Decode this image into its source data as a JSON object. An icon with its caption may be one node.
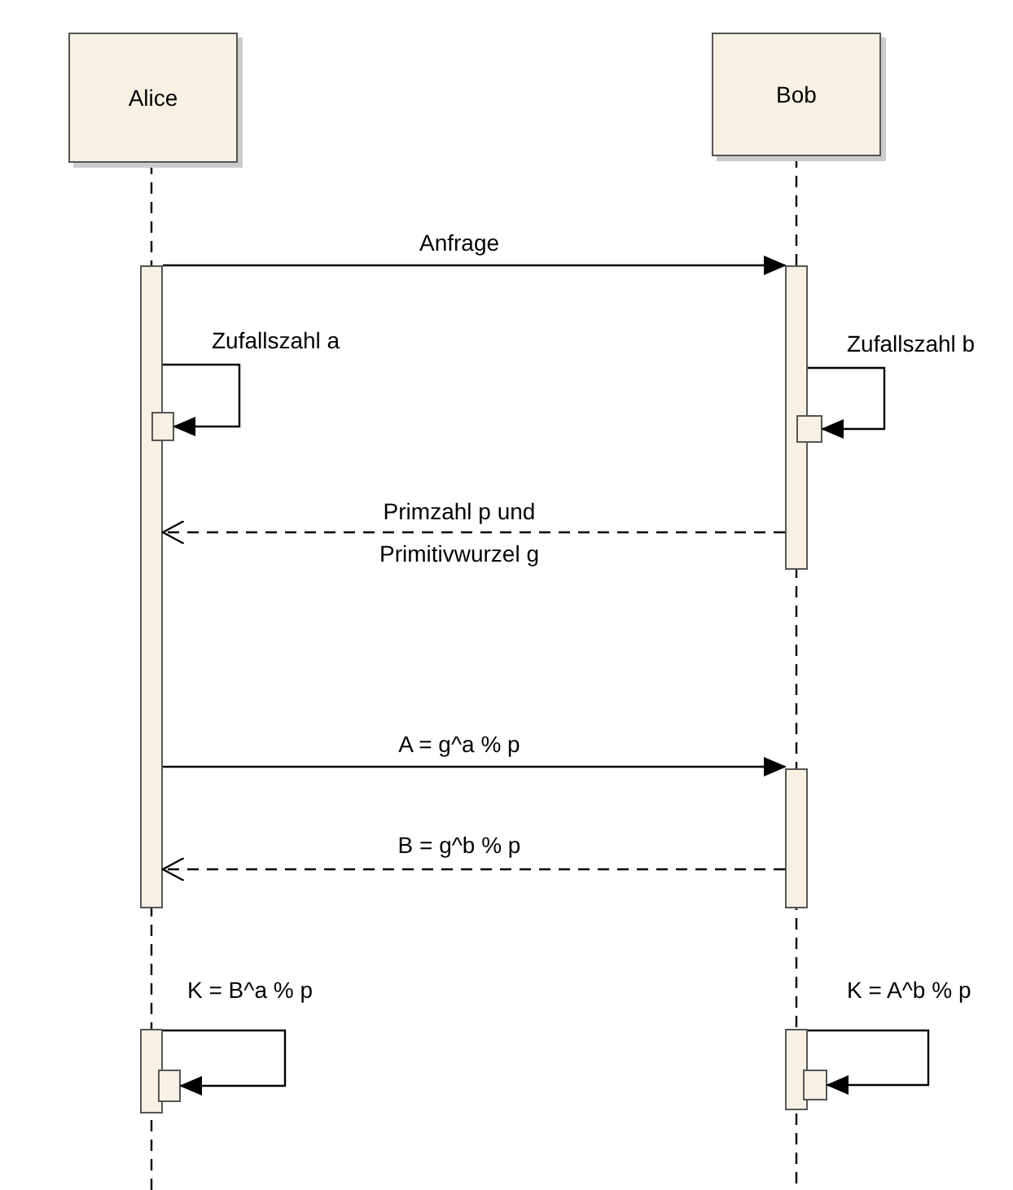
{
  "diagram": {
    "nodes": [
      {
        "text": [
          "Alice"
        ]
      },
      {
        "text": [
          "Bob"
        ]
      },
      {
        "text": [],
        "shape": "bar"
      },
      {
        "text": [],
        "shape": "bar"
      },
      {
        "text": [],
        "shape": "bar"
      },
      {
        "text": [],
        "shape": "bar"
      },
      {
        "text": [],
        "shape": "bar"
      },
      {
        "text": [],
        "shape": "bar"
      },
      {
        "text": [],
        "shape": "bar"
      },
      {
        "text": [],
        "shape": "bar"
      },
      {
        "text": [],
        "shape": "bar"
      }
    ],
    "edges": [
      {
        "from": 2,
        "to": 3,
        "arrow": "to",
        "label": "Anfrage"
      },
      {
        "from": 2,
        "to": 4,
        "arrow": "to",
        "label": "Zufallszahl a"
      },
      {
        "from": 3,
        "to": 5,
        "arrow": "to",
        "label": "Zufallszahl b"
      },
      {
        "from": 3,
        "to": 2,
        "arrow": "to",
        "style": "dashed",
        "label": "Primzahl p und Primitivwurzel g"
      },
      {
        "from": 2,
        "to": 6,
        "arrow": "to",
        "label": "A = g^a % p"
      },
      {
        "from": 6,
        "to": 2,
        "arrow": "to",
        "style": "dashed",
        "label": "B = g^b % p"
      },
      {
        "from": 7,
        "to": 9,
        "arrow": "to",
        "label": "K = B^a % p"
      },
      {
        "from": 8,
        "to": 10,
        "arrow": "to",
        "label": "K = A^b % p"
      }
    ]
  }
}
